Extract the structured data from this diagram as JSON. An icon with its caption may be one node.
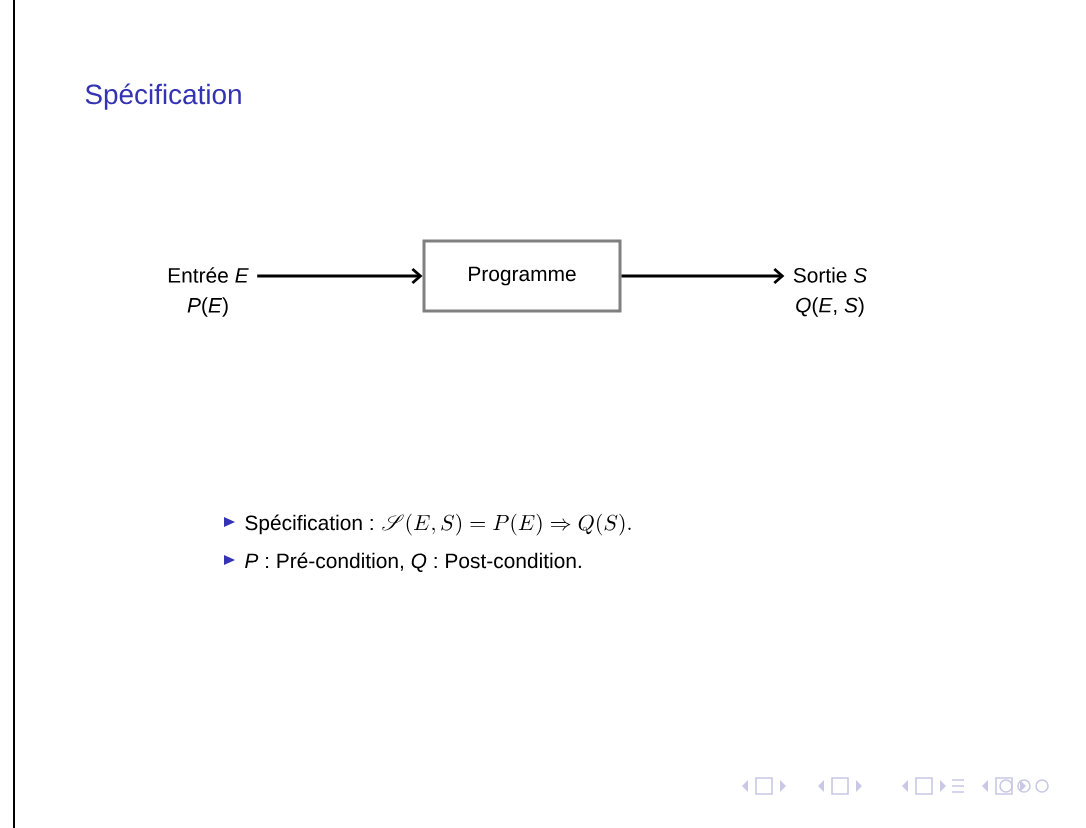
{
  "diagram": {
    "title": "Spécification",
    "nodes": [
      {
        "text": [
          "Entrée *E*",
          "*P*(*E*)"
        ]
      },
      {
        "text": [
          "Programme"
        ]
      },
      {
        "text": [
          "Sortie *S*",
          "*Q*(*E*, *S*)"
        ]
      }
    ],
    "edges": [
      {
        "from": 0,
        "to": 1,
        "arrow": "to"
      },
      {
        "from": 1,
        "to": 2,
        "arrow": "to"
      }
    ],
    "labels": [
      "Spécification :",
      "\\mathscr{S}(E,S) = P(E) \\Rightarrow Q(S).",
      "*P* : Pré-condition, *Q* : Post-condition."
    ]
  }
}
